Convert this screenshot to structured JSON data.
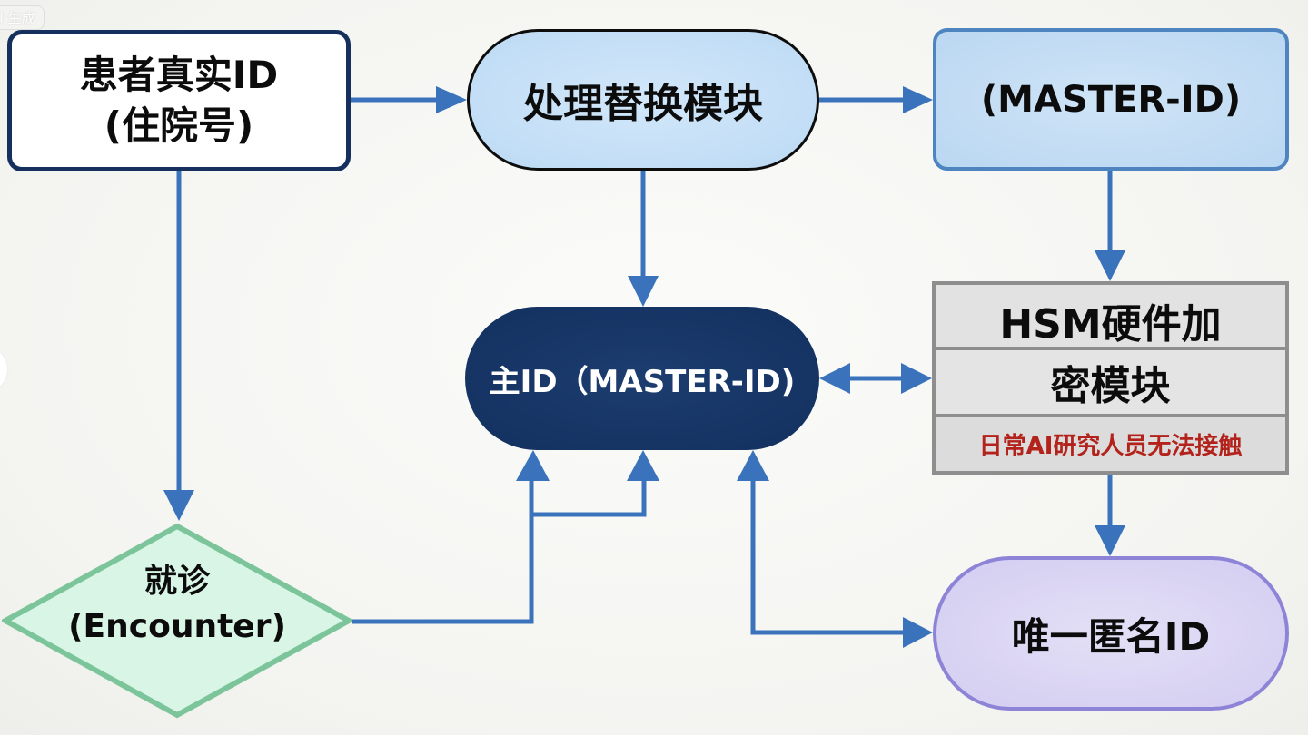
{
  "watermark": "AI 生成",
  "colors": {
    "arrow": "#3a72bc",
    "real_id_border": "#16305e",
    "process_fill": "#c4dff6",
    "master_fill": "#c3dcf4",
    "master_border": "#4e84bf",
    "main_id_fill": "#14335f",
    "hsm_fill": "#dddddd",
    "hsm_border": "#8e8e8e",
    "hsm_warning": "#b3231c",
    "encounter_fill": "#d8f5e6",
    "encounter_border": "#7cc59a",
    "anon_fill": "#dcd6f3",
    "anon_border": "#8d84d8"
  },
  "nodes": {
    "real_id": {
      "line1": "患者真实ID",
      "line2": "(住院号)"
    },
    "process_module": {
      "label": "处理替换模块"
    },
    "master_id": {
      "label": "(MASTER-ID)"
    },
    "main_id": {
      "label": "主ID（MASTER-ID)"
    },
    "hsm": {
      "line1": "HSM硬件加",
      "line2": "密模块",
      "note": "日常AI研究人员无法接触"
    },
    "encounter": {
      "line1": "就诊",
      "line2": "(Encounter)"
    },
    "anon_id": {
      "label": "唯一匿名ID"
    }
  },
  "edges": [
    {
      "from": "real_id",
      "to": "process_module",
      "direction": "forward"
    },
    {
      "from": "process_module",
      "to": "master_id",
      "direction": "forward"
    },
    {
      "from": "process_module",
      "to": "main_id",
      "direction": "forward"
    },
    {
      "from": "master_id",
      "to": "hsm",
      "direction": "forward"
    },
    {
      "from": "main_id",
      "to": "hsm",
      "direction": "bidirectional"
    },
    {
      "from": "hsm",
      "to": "anon_id",
      "direction": "forward"
    },
    {
      "from": "real_id",
      "to": "encounter",
      "direction": "forward"
    },
    {
      "from": "encounter",
      "to": "main_id",
      "direction": "forward",
      "note": "splits into two arrows"
    },
    {
      "from": "main_id",
      "to": "anon_id",
      "direction": "bidirectional"
    }
  ]
}
